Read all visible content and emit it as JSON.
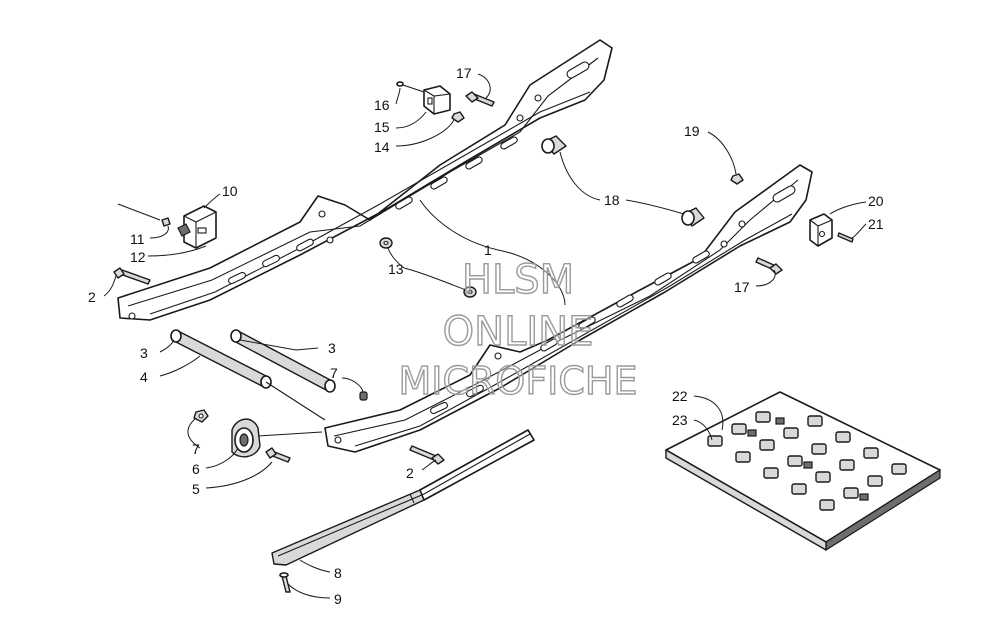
{
  "watermark": {
    "line1": "HLSM",
    "line2": "ONLINE",
    "line3": "MICROFICHE"
  },
  "callouts": [
    {
      "id": "c1",
      "label": "1"
    },
    {
      "id": "c2a",
      "label": "2"
    },
    {
      "id": "c2b",
      "label": "2"
    },
    {
      "id": "c3a",
      "label": "3"
    },
    {
      "id": "c3b",
      "label": "3"
    },
    {
      "id": "c4",
      "label": "4"
    },
    {
      "id": "c5",
      "label": "5"
    },
    {
      "id": "c6",
      "label": "6"
    },
    {
      "id": "c7a",
      "label": "7"
    },
    {
      "id": "c7b",
      "label": "7"
    },
    {
      "id": "c8",
      "label": "8"
    },
    {
      "id": "c9",
      "label": "9"
    },
    {
      "id": "c10",
      "label": "10"
    },
    {
      "id": "c11",
      "label": "11"
    },
    {
      "id": "c12",
      "label": "12"
    },
    {
      "id": "c13",
      "label": "13"
    },
    {
      "id": "c14",
      "label": "14"
    },
    {
      "id": "c15",
      "label": "15"
    },
    {
      "id": "c16",
      "label": "16"
    },
    {
      "id": "c17a",
      "label": "17"
    },
    {
      "id": "c17b",
      "label": "17"
    },
    {
      "id": "c18",
      "label": "18"
    },
    {
      "id": "c19",
      "label": "19"
    },
    {
      "id": "c20",
      "label": "20"
    },
    {
      "id": "c21",
      "label": "21"
    },
    {
      "id": "c22",
      "label": "22"
    },
    {
      "id": "c23",
      "label": "23"
    }
  ]
}
